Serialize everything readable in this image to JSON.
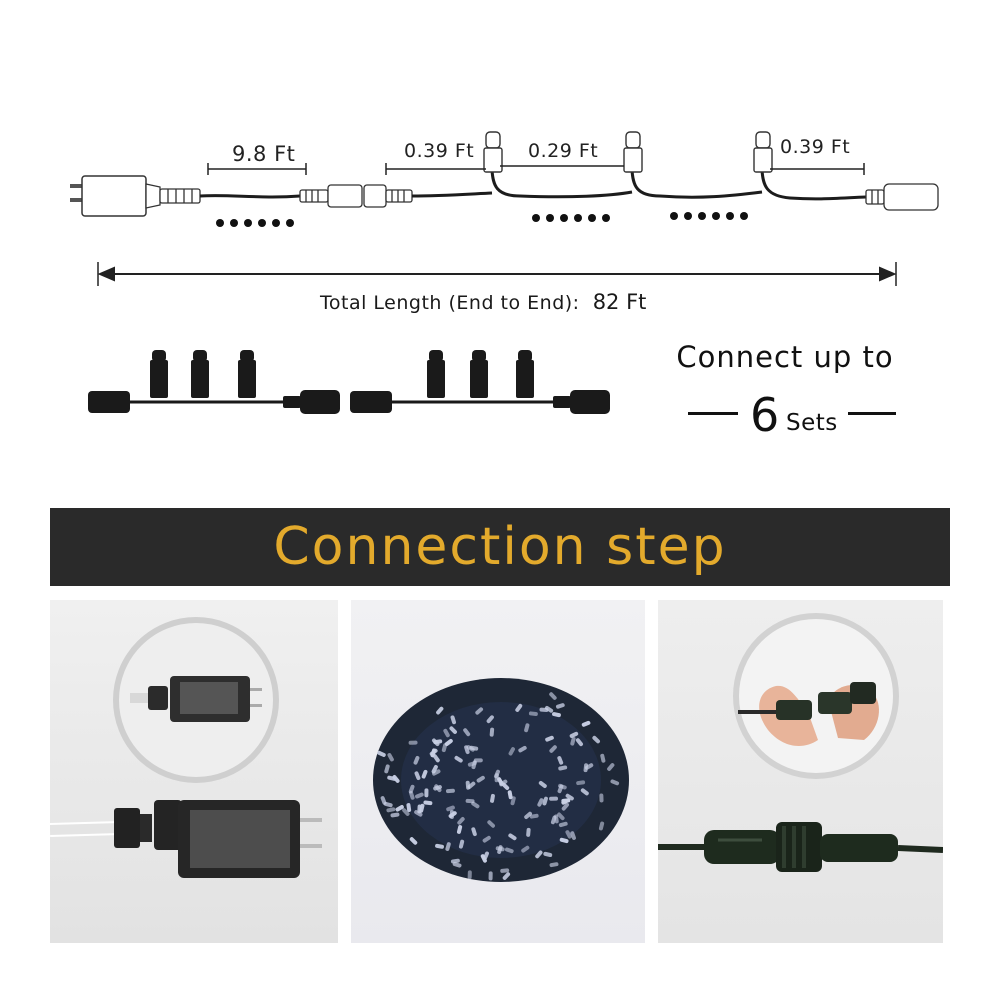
{
  "diagram": {
    "segment_labels": {
      "lead": "9.8 Ft",
      "first_gap": "0.39 Ft",
      "spacing": "0.29 Ft",
      "last_gap": "0.39 Ft"
    },
    "total_length": {
      "label": "Total Length (End to End):",
      "value": "82 Ft"
    },
    "connect": {
      "title": "Connect up to",
      "count": "6",
      "unit": "Sets"
    }
  },
  "banner": {
    "title": "Connection step"
  },
  "colors": {
    "banner_bg": "#2a2a2a",
    "banner_text": "#e3aa2c",
    "wire": "#1c1c1c"
  }
}
